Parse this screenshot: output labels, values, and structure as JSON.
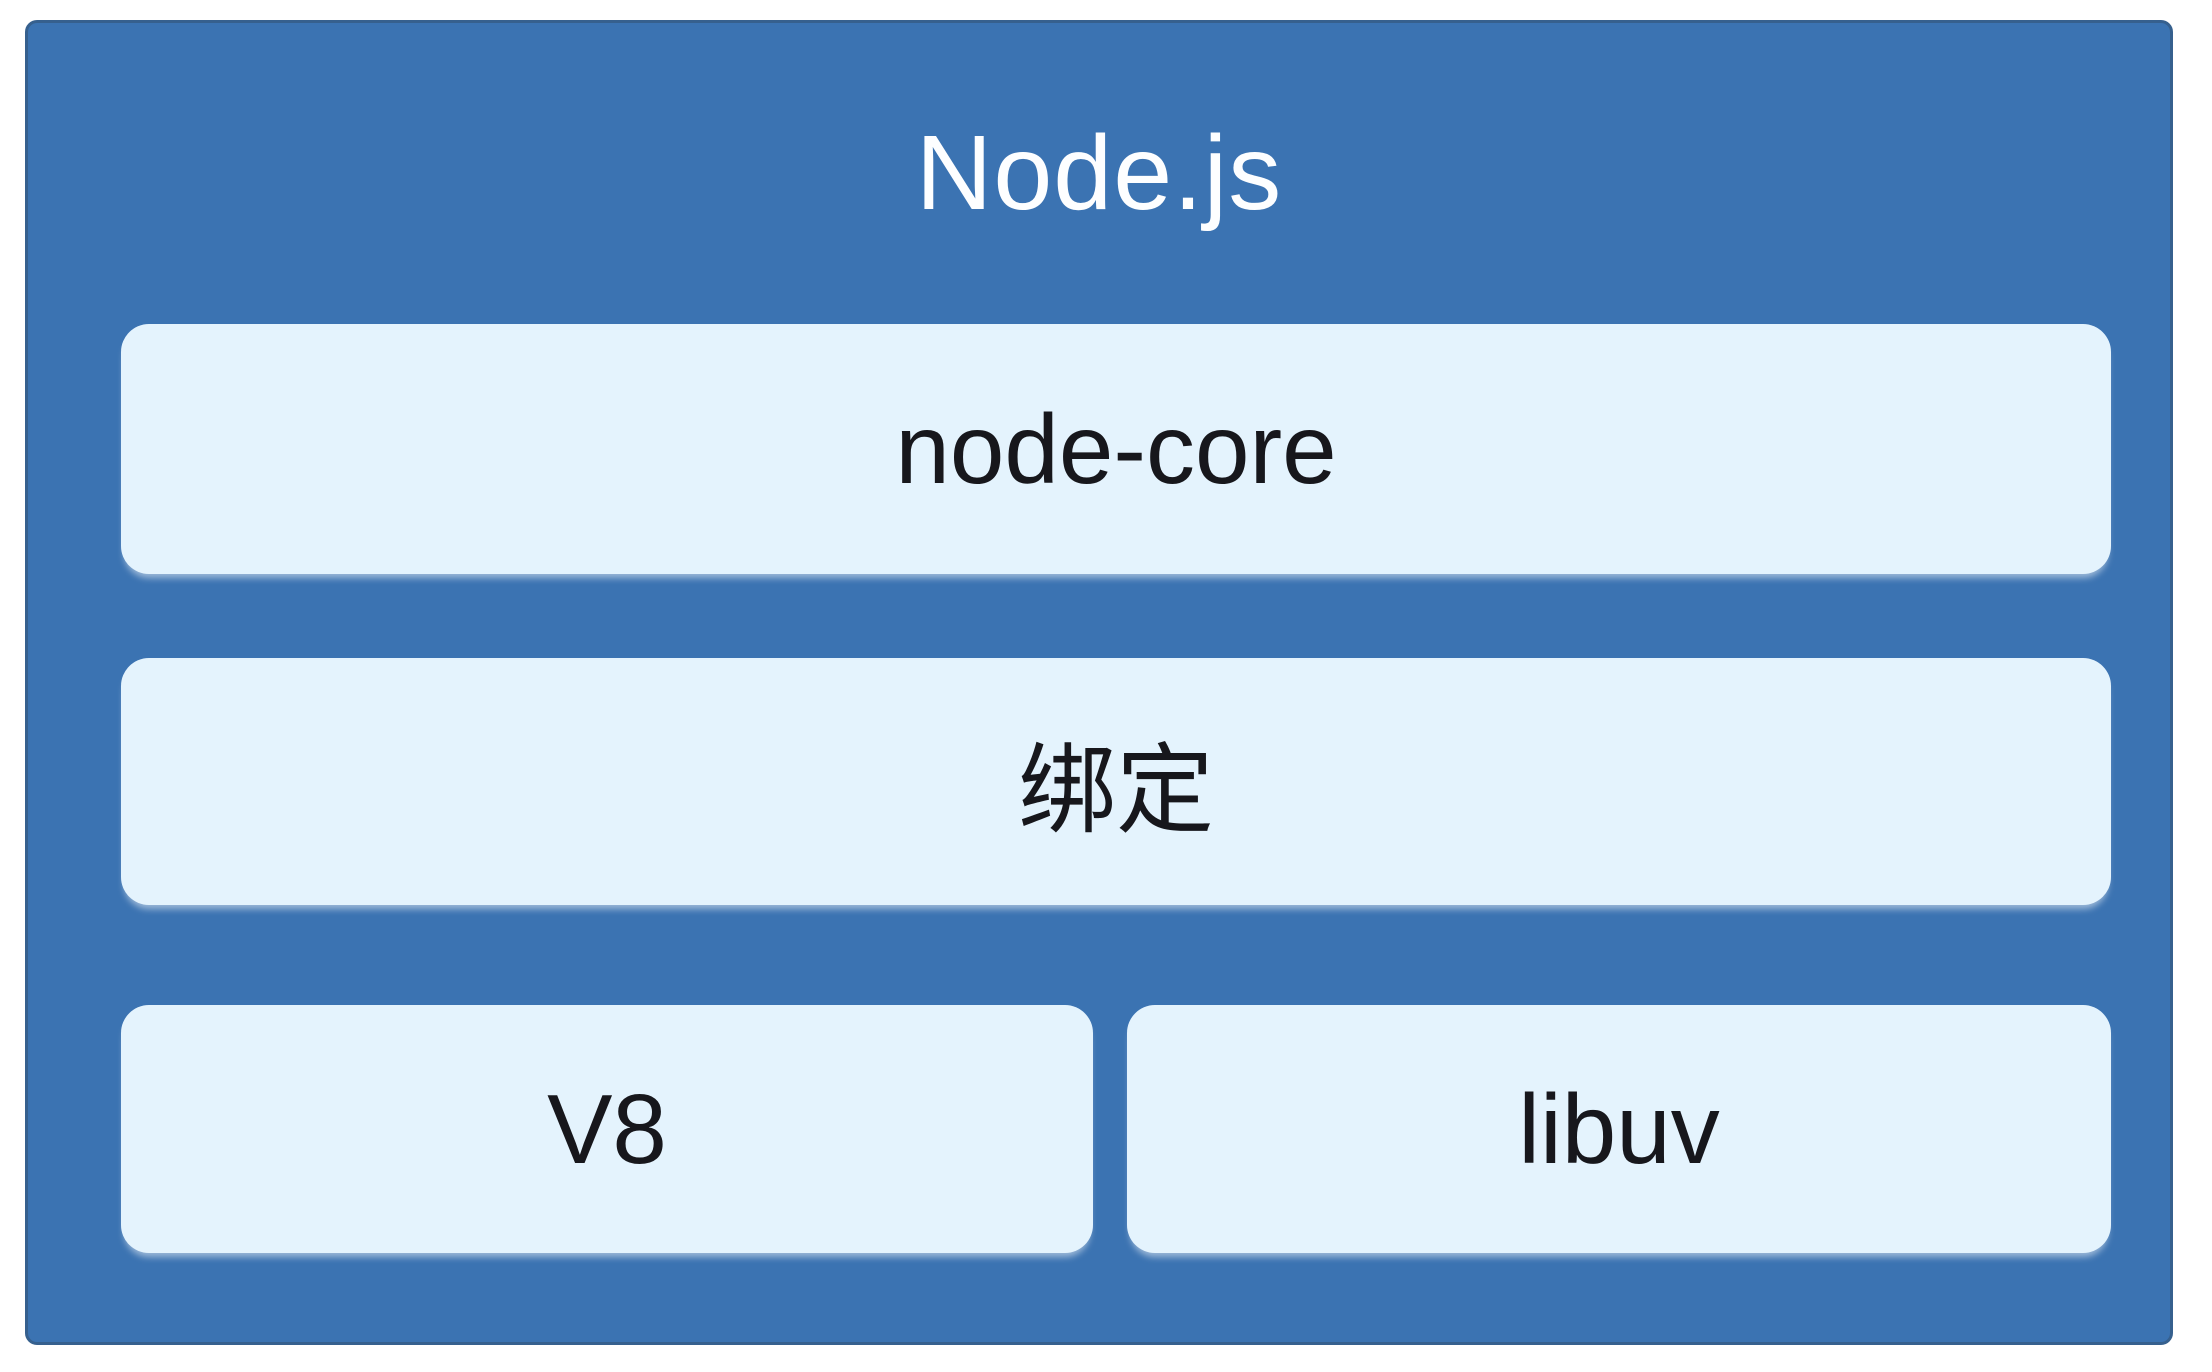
{
  "diagram": {
    "title": "Node.js",
    "layers": {
      "node_core": "node-core",
      "bindings": "绑定",
      "v8": "V8",
      "libuv": "libuv"
    },
    "colors": {
      "page_background": "#ffffff",
      "container_fill": "#3b73b2",
      "container_border": "#36608e",
      "box_fill": "#e4f3fd",
      "box_text": "#17171c",
      "title_text": "#fdfeff"
    }
  }
}
